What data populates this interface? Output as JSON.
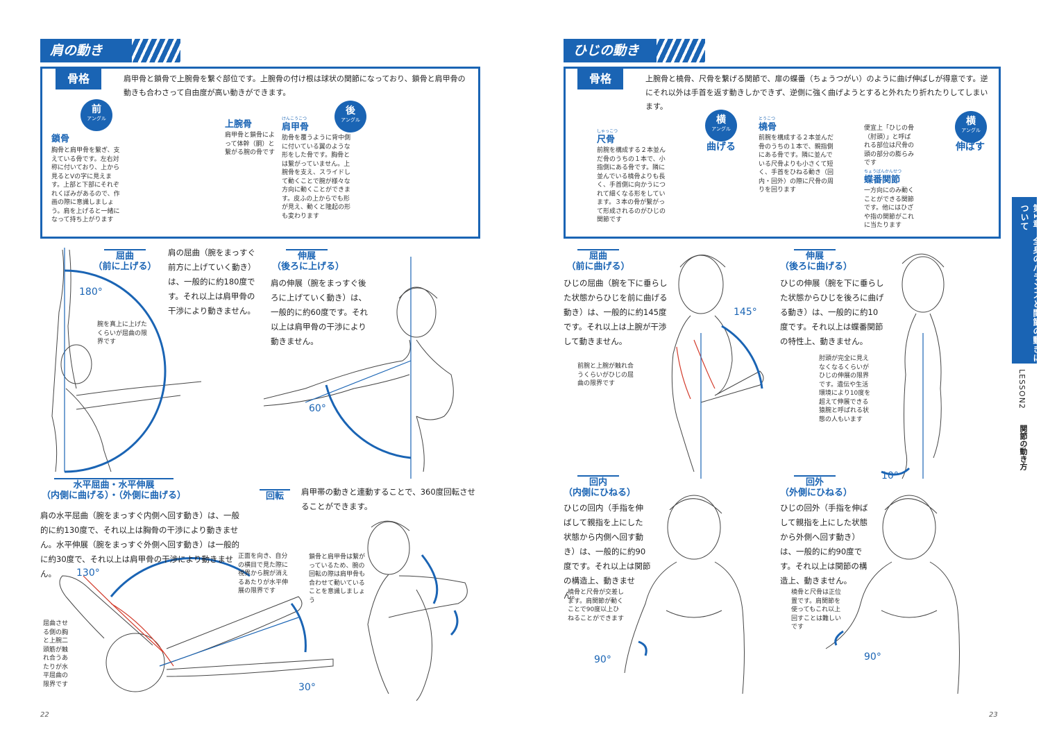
{
  "left": {
    "section_title": "肩の動き",
    "skeleton": {
      "tag": "骨格",
      "intro": "肩甲骨と鎖骨で上腕骨を繋ぐ部位です。上腕骨の付け根は球状の関節になっており、鎖骨と肩甲骨の動きも合わさって自由度が高い動きができます。",
      "front_badge": {
        "kanji": "前",
        "sub": "アングル"
      },
      "back_badge": {
        "kanji": "後",
        "sub": "アングル"
      },
      "clavicle": {
        "label": "鎖骨",
        "text": "胸骨と肩甲骨を繋ぎ、支えている骨です。左右対称に付いており、上から見るとVの字に見えます。上部と下部にそれぞれくぼみがあるので、作画の際に意識しましょう。肩を上げると一緒になって持ち上がります"
      },
      "humerus": {
        "label": "上腕骨",
        "text": "肩甲骨と鎖骨によって体幹（胴）と繋がる腕の骨です"
      },
      "scapula": {
        "label": "肩甲骨",
        "furigana": "けんこうこつ",
        "text": "肋骨を覆うように背中側に付いている翼のような形をした骨です。胸骨とは繋がっていません。上腕骨を支え、スライドして動くことで腕が様々な方向に動くことができます。皮ふの上からでも形が見え、動くと隆起の形も変わります"
      }
    },
    "flexion": {
      "title1": "屈曲",
      "title2": "（前に上げる）",
      "text": "肩の屈曲（腕をまっすぐ前方に上げていく動き）は、一般的に約180度です。それ以上は肩甲骨の干渉により動きません。",
      "degree": "180°",
      "note": "腕を真上に上げたくらいが屈曲の限界です"
    },
    "extension": {
      "title1": "伸展",
      "title2": "（後ろに上げる）",
      "text": "肩の伸展（腕をまっすぐ後ろに上げていく動き）は、一般的に約60度です。それ以上は肩甲骨の干渉により動きません。",
      "degree": "60°"
    },
    "horizontal": {
      "title1": "水平屈曲・水平伸展",
      "title2": "（内側に曲げる）・（外側に曲げる）",
      "text": "肩の水平屈曲（腕をまっすぐ内側へ回す動き）は、一般的に約130度で、それ以上は胸骨の干渉により動きません。水平伸展（腕をまっすぐ外側へ回す動き）は一般的に約30度で、それ以上は肩甲骨の干渉により動きません。",
      "degree1": "130°",
      "degree2": "30°",
      "note1": "屈曲させる側の胸と上腕二頭筋が触れ合うあたりが水平屈曲の限界です",
      "note2": "正面を向き、自分の横目で見た際に視界から腕が消えるあたりが水平伸展の限界です"
    },
    "rotation": {
      "title": "回転",
      "text": "肩甲帯の動きと連動することで、360度回転させることができます。",
      "note": "鎖骨と肩甲骨は繋がっているため、腕の回転の際は肩甲骨も合わせて動いていることを意識しましょう"
    },
    "page_number": "22"
  },
  "right": {
    "section_title": "ひじの動き",
    "skeleton": {
      "tag": "骨格",
      "intro": "上腕骨と橈骨、尺骨を繋げる関節で、扉の蝶番（ちょうつがい）のように曲げ伸ばしが得意です。逆にそれ以外は手首を返す動きしかできず、逆側に強く曲げようとすると外れたり折れたりしてしまいます。",
      "side_badge1": {
        "kanji": "横",
        "sub": "アングル"
      },
      "side_badge2": {
        "kanji": "横",
        "sub": "アングル"
      },
      "bend_label": "曲げる",
      "stretch_label": "伸ばす",
      "ulna": {
        "label": "尺骨",
        "furigana": "しゃっこつ",
        "text": "前腕を構成する２本並んだ骨のうちの１本で、小指側にある骨です。隣に並んでいる橈骨よりも長く、手首側に向かうにつれて細くなる形をしています。３本の骨が繋がって形成されるのがひじの関節です"
      },
      "radius": {
        "label": "橈骨",
        "furigana": "とうこつ",
        "text": "前腕を構成する２本並んだ骨のうちの１本で、親指側にある骨です。隣に並んでいる尺骨よりも小さくて短く、手首をひねる動き（回内・回外）の際に尺骨の周りを回ります"
      },
      "elbow_note": "便宜上「ひじの骨（肘頭）」と呼ばれる部位は尺骨の頭の部分の膨らみです",
      "hinge": {
        "label": "蝶番関節",
        "furigana": "ちょうばんかんせつ",
        "text": "一方向にのみ動くことができる関節です。他にはひざや指の関節がこれに当たります"
      }
    },
    "flexion": {
      "title1": "屈曲",
      "title2": "（前に曲げる）",
      "text": "ひじの屈曲（腕を下に垂らした状態からひじを前に曲げる動き）は、一般的に約145度です。それ以上は上腕が干渉して動きません。",
      "degree": "145°",
      "note": "前腕と上腕が触れ合うくらいがひじの屈曲の限界です"
    },
    "extension": {
      "title1": "伸展",
      "title2": "（後ろに曲げる）",
      "text": "ひじの伸展（腕を下に垂らした状態からひじを後ろに曲げる動き）は、一般的に約10度です。それ以上は蝶番関節の特性上、動きません。",
      "degree": "10°",
      "note": "肘頭が完全に見えなくなるくらいがひじの伸展の限界です。遺伝や生活環境により10度を超えて伸展できる猿腕と呼ばれる状態の人もいます"
    },
    "pronation": {
      "title1": "回内",
      "title2": "（内側にひねる）",
      "text": "ひじの回内（手指を伸ばして親指を上にした状態から内側へ回す動き）は、一般的に約90度です。それ以上は関節の構造上、動きません。",
      "degree": "90°",
      "note": "橈骨と尺骨が交差します。肩関節が動くことで90度以上ひねることができます"
    },
    "supination": {
      "title1": "回外",
      "title2": "（外側にひねる）",
      "text": "ひじの回外（手指を伸ばして親指を上にした状態から外側へ回す動き）は、一般的に約90度です。それ以上は関節の構造上、動きません。",
      "degree": "90°",
      "note": "橈骨と尺骨は正位置です。肩関節を使ってもこれ以上回すことは難しいです"
    },
    "page_number": "23"
  },
  "sidebar": {
    "chapter": "第1章",
    "title": "全身のバランスと関節の動きについて",
    "lesson": "LESSON2",
    "lesson_title": "関節の動き方"
  },
  "colors": {
    "accent": "#1a64b4"
  }
}
